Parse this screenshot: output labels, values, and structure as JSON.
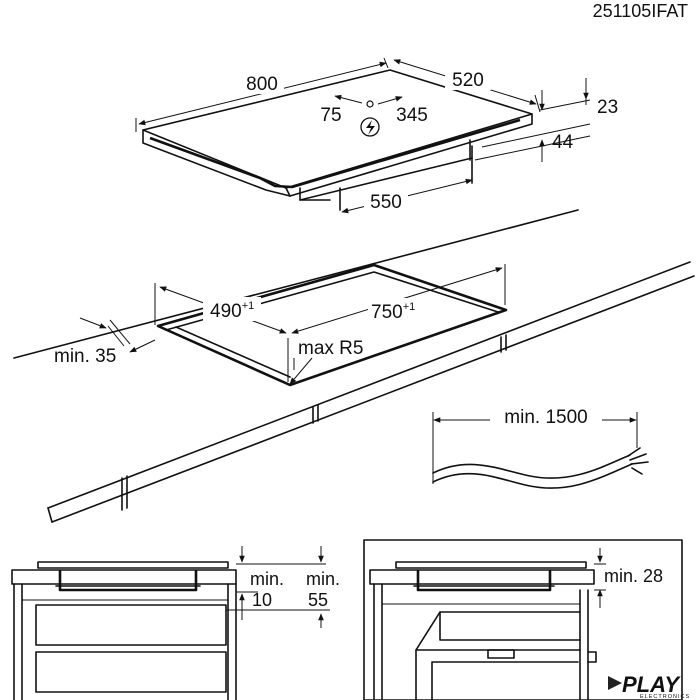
{
  "document_code": "251105IFAT",
  "hob_dimensions": {
    "width": "800",
    "depth": "520",
    "offset_left": "75",
    "offset_right": "345",
    "bottom_width": "550",
    "thickness": "23",
    "height": "44"
  },
  "cutout": {
    "depth": "490",
    "depth_tolerance": "+1",
    "width": "750",
    "width_tolerance": "+1",
    "radius": "max R5",
    "front_margin": "min. 35"
  },
  "cable": {
    "length": "min. 1500"
  },
  "clearance_drawers": {
    "min_label_1": "min.",
    "value_1": "10",
    "min_label_2": "min.",
    "value_2": "55"
  },
  "clearance_oven": {
    "label": "min. 28"
  },
  "watermark": {
    "brand": "PLAY",
    "sub": "ELECTRONICS"
  },
  "colors": {
    "line": "#111111",
    "background": "#ffffff",
    "logo": "#222222"
  },
  "icons": [
    "electric-supply-icon",
    "arrow-icon"
  ]
}
